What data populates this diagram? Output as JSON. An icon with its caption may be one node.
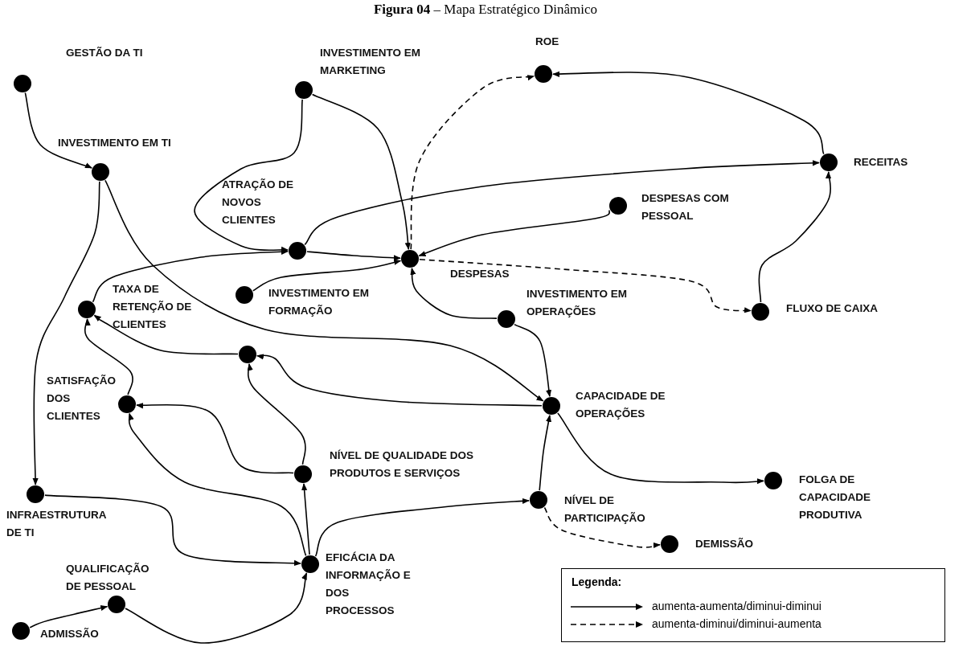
{
  "diagram": {
    "title": "**Figura 04** – Mapa Estratégico Dinâmico",
    "nodes": [
      {
        "text": [],
        "shape": "circle",
        "beside": [
          "GESTÃO DA TI"
        ]
      },
      {
        "text": [],
        "shape": "circle",
        "beside": [
          "INVESTIMENTO EM MARKETING"
        ]
      },
      {
        "text": [],
        "shape": "circle",
        "beside": [
          "ROE"
        ]
      },
      {
        "text": [],
        "shape": "circle",
        "beside": [
          "INVESTIMENTO EM TI"
        ]
      },
      {
        "text": [],
        "shape": "circle",
        "beside": [
          "RECEITAS"
        ]
      },
      {
        "text": [],
        "shape": "circle",
        "beside": [
          "ATRAÇÃO DE NOVOS CLIENTES"
        ]
      },
      {
        "text": [],
        "shape": "circle",
        "beside": [
          "DESPESAS COM PESSOAL"
        ]
      },
      {
        "text": [],
        "shape": "circle",
        "beside": [
          "DESPESAS"
        ]
      },
      {
        "text": [],
        "shape": "circle",
        "beside": [
          "INVESTIMENTO EM FORMAÇÃO"
        ]
      },
      {
        "text": [],
        "shape": "circle",
        "beside": [
          "TAXA DE RETENÇÃO DE CLIENTES"
        ]
      },
      {
        "text": [],
        "shape": "circle",
        "beside": [
          "INVESTIMENTO EM OPERAÇÕES"
        ]
      },
      {
        "text": [],
        "shape": "circle",
        "beside": [
          "FLUXO DE CAIXA"
        ]
      },
      {
        "text": [],
        "shape": "circle"
      },
      {
        "text": [],
        "shape": "circle",
        "beside": [
          "SATISFAÇÃO DOS CLIENTES"
        ]
      },
      {
        "text": [],
        "shape": "circle",
        "beside": [
          "CAPACIDADE DE OPERAÇÕES"
        ]
      },
      {
        "text": [],
        "shape": "circle",
        "beside": [
          "NÍVEL DE QUALIDADE DOS PRODUTOS E SERVIÇOS"
        ]
      },
      {
        "text": [],
        "shape": "circle",
        "beside": [
          "FOLGA DE CAPACIDADE PRODUTIVA"
        ]
      },
      {
        "text": [],
        "shape": "circle",
        "beside": [
          "INFRAESTRUTURA DE TI"
        ]
      },
      {
        "text": [],
        "shape": "circle",
        "beside": [
          "NÍVEL DE PARTICIPAÇÃO"
        ]
      },
      {
        "text": [],
        "shape": "circle",
        "beside": [
          "DEMISSÃO"
        ]
      },
      {
        "text": [],
        "shape": "circle",
        "beside": [
          "EFICÁCIA DA INFORMAÇÃO E DOS PROCESSOS"
        ]
      },
      {
        "text": [],
        "shape": "circle",
        "beside": [
          "QUALIFICAÇÃO DE PESSOAL"
        ]
      },
      {
        "text": [],
        "shape": "circle",
        "beside": [
          "ADMISSÃO"
        ]
      }
    ],
    "edges": [
      {
        "from": 0,
        "to": 3,
        "arrow": "to"
      },
      {
        "from": 1,
        "to": 7,
        "arrow": "to"
      },
      {
        "from": 1,
        "to": 5,
        "arrow": "to"
      },
      {
        "from": 7,
        "to": 2,
        "arrow": "to",
        "style": "dashed"
      },
      {
        "from": 4,
        "to": 2,
        "arrow": "to"
      },
      {
        "from": 5,
        "to": 4,
        "arrow": "to"
      },
      {
        "from": 6,
        "to": 7,
        "arrow": "to"
      },
      {
        "from": 5,
        "to": 7,
        "arrow": "to"
      },
      {
        "from": 8,
        "to": 7,
        "arrow": "to"
      },
      {
        "from": 7,
        "to": 11,
        "arrow": "to",
        "style": "dashed"
      },
      {
        "from": 11,
        "to": 4,
        "arrow": "to"
      },
      {
        "from": 10,
        "to": 7,
        "arrow": "to"
      },
      {
        "from": 10,
        "to": 14,
        "arrow": "to"
      },
      {
        "from": 9,
        "to": 5,
        "arrow": "to"
      },
      {
        "from": 3,
        "to": 17,
        "arrow": "to"
      },
      {
        "from": 3,
        "to": 14,
        "arrow": "to"
      },
      {
        "from": 14,
        "to": 12,
        "arrow": "to"
      },
      {
        "from": 12,
        "to": 9,
        "arrow": "to"
      },
      {
        "from": 13,
        "to": 9,
        "arrow": "to"
      },
      {
        "from": 15,
        "to": 12,
        "arrow": "to"
      },
      {
        "from": 15,
        "to": 13,
        "arrow": "to"
      },
      {
        "from": 20,
        "to": 13,
        "arrow": "to"
      },
      {
        "from": 20,
        "to": 15,
        "arrow": "to"
      },
      {
        "from": 20,
        "to": 18,
        "arrow": "to"
      },
      {
        "from": 17,
        "to": 20,
        "arrow": "to"
      },
      {
        "from": 21,
        "to": 20,
        "arrow": "to"
      },
      {
        "from": 22,
        "to": 21,
        "arrow": "to"
      },
      {
        "from": 18,
        "to": 14,
        "arrow": "to"
      },
      {
        "from": 18,
        "to": 19,
        "arrow": "to",
        "style": "dashed"
      },
      {
        "from": 14,
        "to": 16,
        "arrow": "to"
      }
    ],
    "labels": [
      "Legenda:"
    ],
    "legend": [
      {
        "text": "aumenta-aumenta/diminui-diminui"
      },
      {
        "text": "aumenta-diminui/diminui-aumenta"
      }
    ]
  }
}
